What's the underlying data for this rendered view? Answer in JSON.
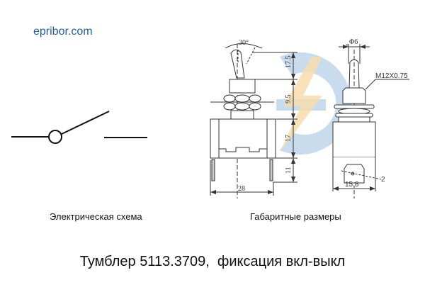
{
  "watermark": {
    "site": "epribor.com",
    "logo": "electric-e-logo",
    "colors": {
      "blue": "#c9dcee",
      "orange": "#f8dcae",
      "text": "#1f5ea8"
    }
  },
  "schematic": {
    "caption": "Электрическая схема",
    "symbol": "switch-open-symbol"
  },
  "dimensions_drawing": {
    "caption": "Габаритные размеры",
    "front_view": {
      "angle": "30°",
      "heights": [
        "17.5",
        "9.5",
        "17",
        "11"
      ],
      "width": "28"
    },
    "side_view": {
      "lever_diameter": "Φ6",
      "thread": "M12X0.75",
      "width": "15.8",
      "terminal_callout": "2"
    }
  },
  "product": {
    "title": "Тумблер 5113.3709,  фиксация вкл-выкл"
  }
}
